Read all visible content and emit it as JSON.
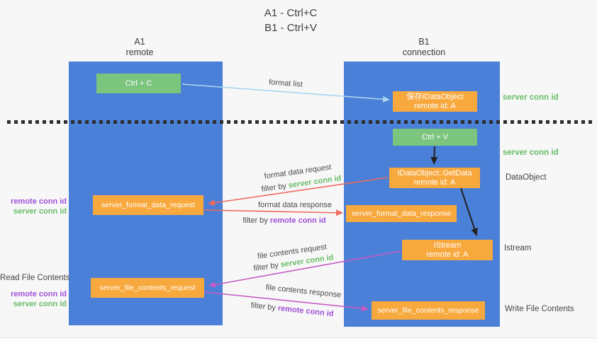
{
  "title": {
    "line1": "A1 - Ctrl+C",
    "line2": "B1 - Ctrl+V"
  },
  "lanes": {
    "a": {
      "name": "A1",
      "subtitle": "remote"
    },
    "b": {
      "name": "B1",
      "subtitle": "connection"
    }
  },
  "nodes": {
    "ctrl_c": "Ctrl + C",
    "ctrl_v": "Ctrl + V",
    "save_dataobject": {
      "line1": "保存IDataObject",
      "line2": "remote id: A"
    },
    "getdata": {
      "line1": "IDataObject::GetData",
      "line2": "remote id: A"
    },
    "istream": {
      "line1": "IStream",
      "line2": "remote id: A"
    },
    "format_request": "server_format_data_request",
    "format_response": "server_format_data_response",
    "file_request": "server_file_contents_request",
    "file_response": "server_file_contents_response"
  },
  "arrow_labels": {
    "format_list": "format list",
    "format_data_request": "format data request",
    "format_data_response": "format data response",
    "file_contents_request": "file contents request",
    "file_contents_response": "file contents response",
    "filter_prefix": "filter by ",
    "server_conn_id": "server conn id",
    "remote_conn_id": "remote conn id"
  },
  "annotations": {
    "server_conn_id_top": "server conn id",
    "server_conn_id_mid": "server conn id",
    "dataobject": "DataObject",
    "istream": "Istream",
    "write_file_contents": "Write File Contents",
    "read_file_contents": "Read File Contents",
    "remote_conn_id": "remote conn id",
    "server_conn_id": "server conn id"
  },
  "colors": {
    "lane_blue": "#4a80d8",
    "node_orange": "#f8a93e",
    "node_green": "#7cc57f",
    "arrow_light_blue": "#abd5f0",
    "arrow_red": "#ee6a5f",
    "arrow_magenta": "#c55cc5",
    "arrow_black": "#222222",
    "text_green": "#67bd68",
    "text_purple": "#a050d8",
    "background": "#f7f7f7"
  }
}
